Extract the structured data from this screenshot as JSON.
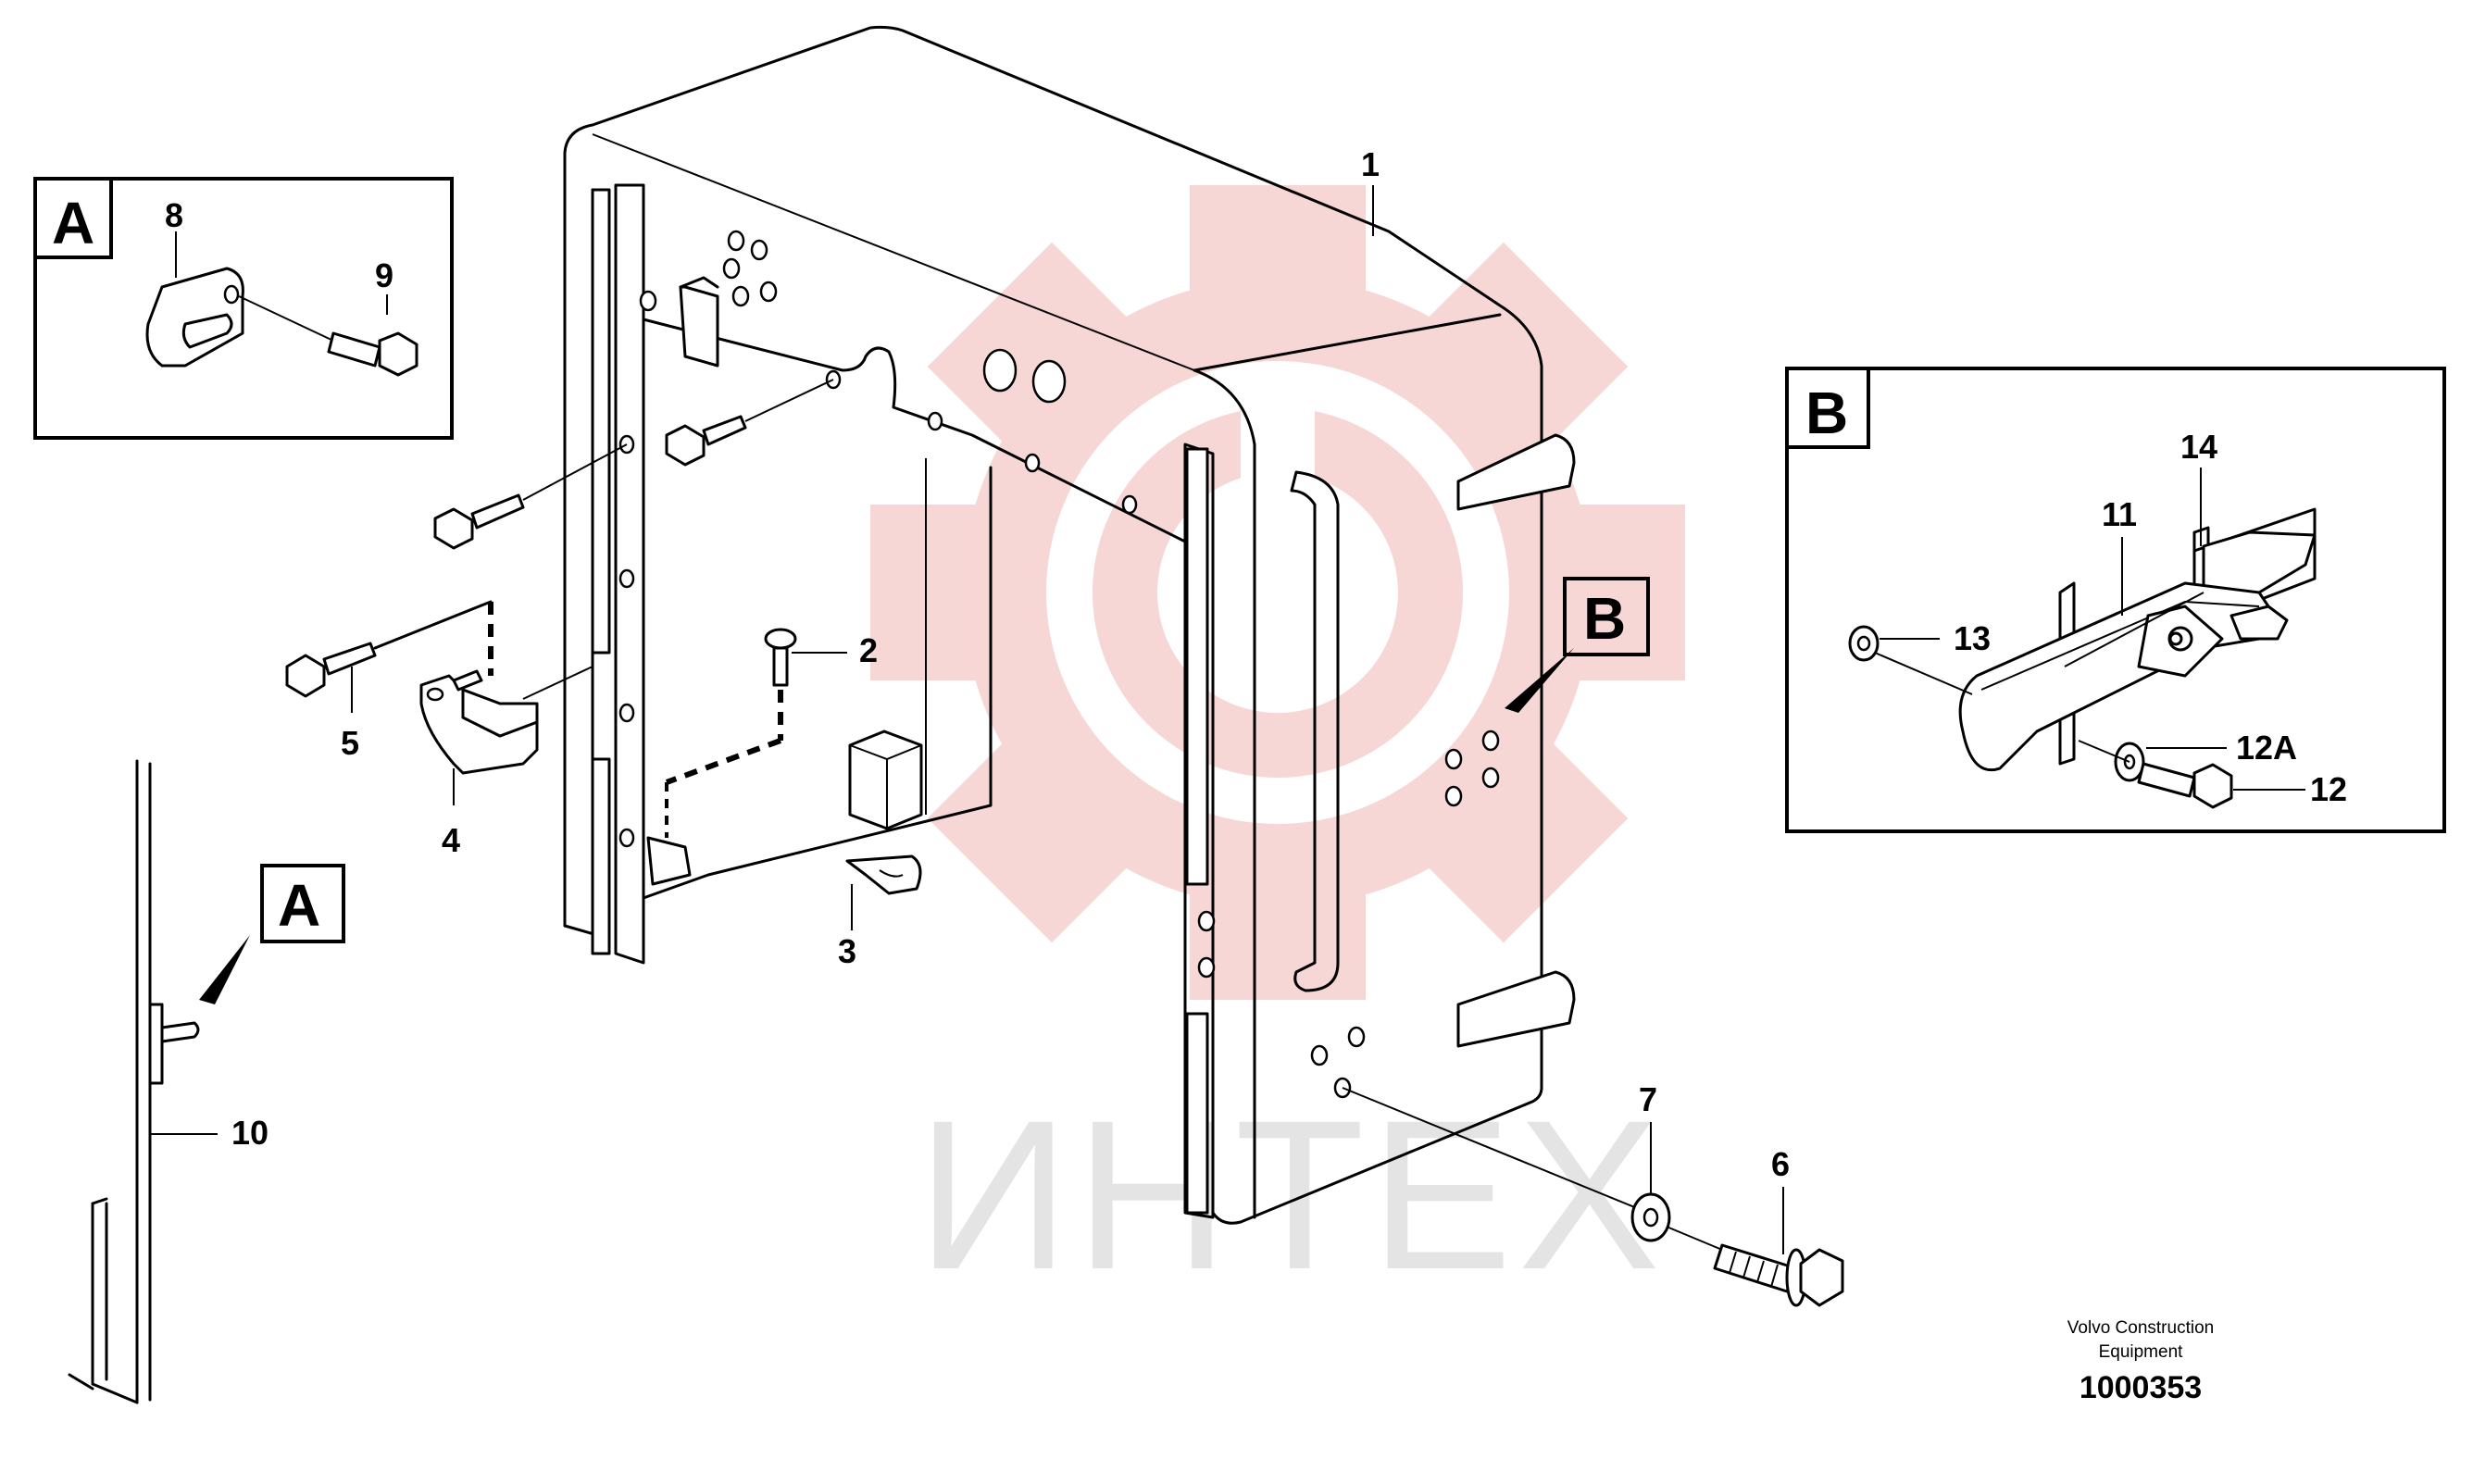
{
  "diagram": {
    "watermark": {
      "text": "ИНТЕХ",
      "color": "#f2b6b6"
    },
    "callouts": {
      "c1": "1",
      "c2": "2",
      "c3": "3",
      "c4": "4",
      "c5": "5",
      "c6": "6",
      "c7": "7",
      "c8": "8",
      "c9": "9",
      "c10": "10",
      "c11": "11",
      "c12": "12",
      "c12a": "12A",
      "c13": "13",
      "c14": "14"
    },
    "detail_a": {
      "letter": "A"
    },
    "detail_b": {
      "letter": "B"
    },
    "marker_a": {
      "letter": "A"
    },
    "marker_b": {
      "letter": "B"
    },
    "credit": {
      "line1": "Volvo Construction",
      "line2": "Equipment"
    },
    "drawing_number": "1000353"
  }
}
